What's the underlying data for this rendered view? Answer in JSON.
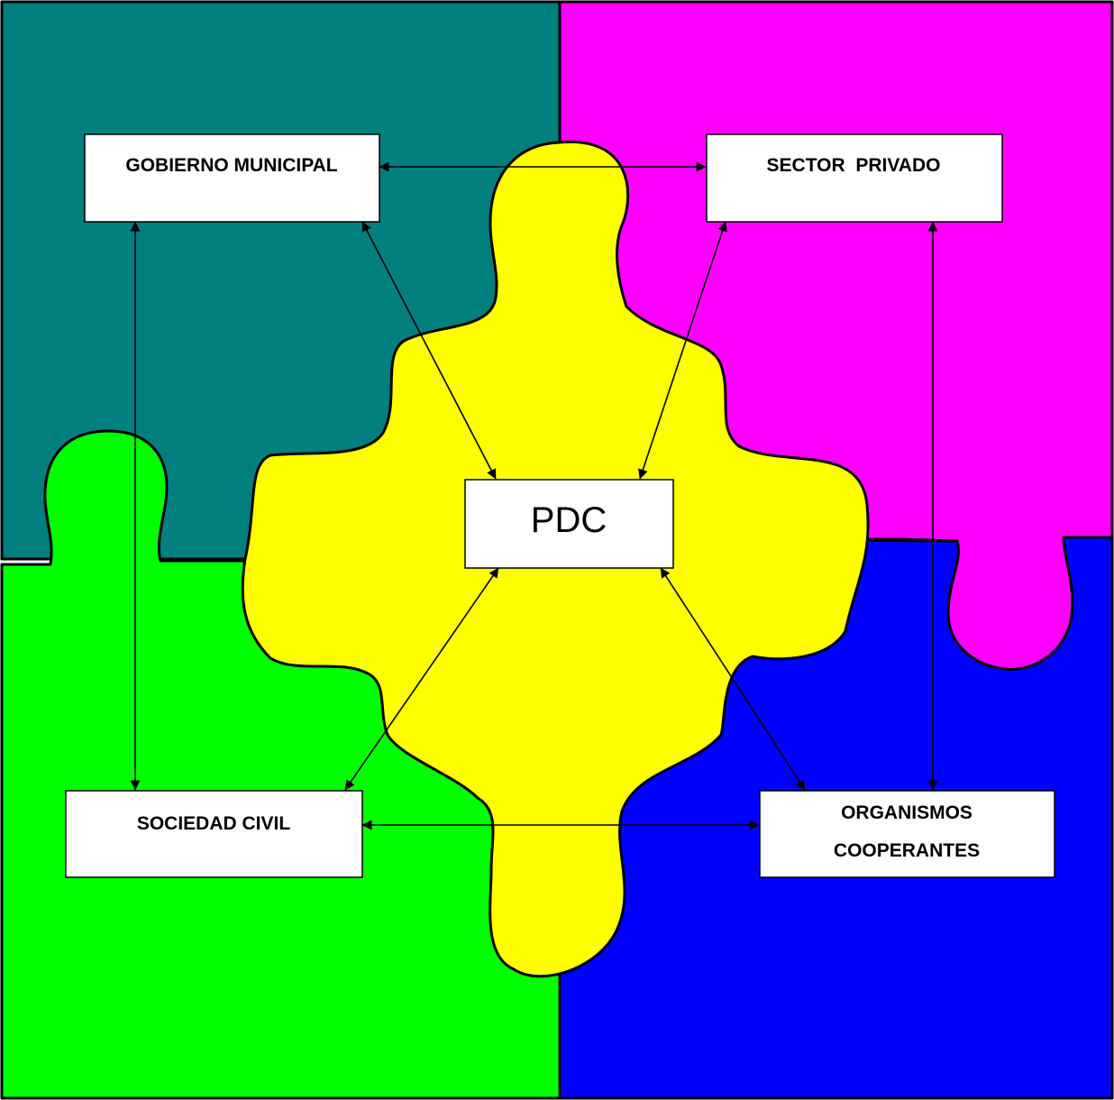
{
  "colors": {
    "top_left_piece": "#007F7F",
    "top_right_piece": "#FF00FF",
    "bottom_left_piece": "#00FF00",
    "bottom_right_piece": "#0000FF",
    "center_piece": "#FFFF00",
    "box_fill": "#FFFFFF",
    "stroke": "#000000"
  },
  "nodes": {
    "gobierno": {
      "lines": [
        "GOBIERNO MUNICIPAL"
      ]
    },
    "privado": {
      "lines": [
        "SECTOR  PRIVADO"
      ]
    },
    "pdc": {
      "lines": [
        "PDC"
      ]
    },
    "sociedad": {
      "lines": [
        "SOCIEDAD CIVIL"
      ]
    },
    "organismos": {
      "lines": [
        "ORGANISMOS",
        "COOPERANTES"
      ]
    }
  },
  "links": [
    {
      "from": "gobierno",
      "to": "privado",
      "bidirectional": true
    },
    {
      "from": "gobierno",
      "to": "sociedad",
      "bidirectional": true
    },
    {
      "from": "gobierno",
      "to": "pdc",
      "bidirectional": true
    },
    {
      "from": "privado",
      "to": "pdc",
      "bidirectional": true
    },
    {
      "from": "privado",
      "to": "organismos",
      "bidirectional": true
    },
    {
      "from": "sociedad",
      "to": "pdc",
      "bidirectional": true
    },
    {
      "from": "sociedad",
      "to": "organismos",
      "bidirectional": true
    },
    {
      "from": "organismos",
      "to": "pdc",
      "bidirectional": true
    }
  ]
}
